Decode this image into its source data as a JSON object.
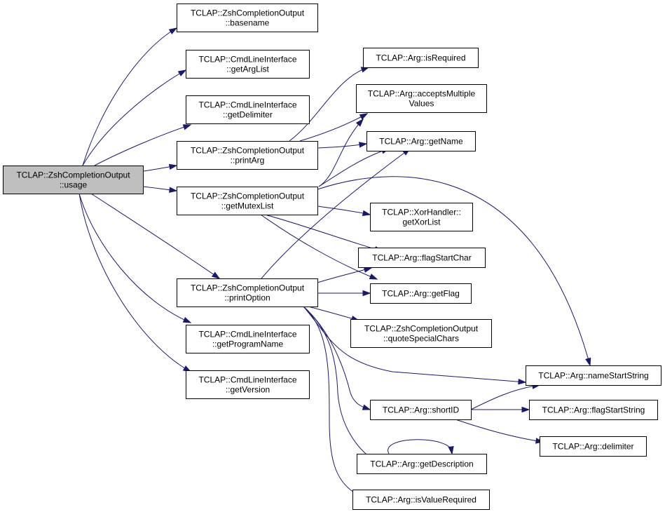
{
  "colors": {
    "edge": "#191970",
    "root_fill": "#bfbfbf",
    "node_fill": "#ffffff",
    "border": "#000000"
  },
  "nodes": {
    "usage": {
      "lines": [
        "TCLAP::ZshCompletionOutput",
        "::usage"
      ],
      "root": true
    },
    "basename": {
      "lines": [
        "TCLAP::ZshCompletionOutput",
        "::basename"
      ]
    },
    "getArgList": {
      "lines": [
        "TCLAP::CmdLineInterface",
        "::getArgList"
      ]
    },
    "getDelimiter": {
      "lines": [
        "TCLAP::CmdLineInterface",
        "::getDelimiter"
      ]
    },
    "printArg": {
      "lines": [
        "TCLAP::ZshCompletionOutput",
        "::printArg"
      ]
    },
    "getMutexList": {
      "lines": [
        "TCLAP::ZshCompletionOutput",
        "::getMutexList"
      ]
    },
    "printOption": {
      "lines": [
        "TCLAP::ZshCompletionOutput",
        "::printOption"
      ]
    },
    "getProgramName": {
      "lines": [
        "TCLAP::CmdLineInterface",
        "::getProgramName"
      ]
    },
    "getVersion": {
      "lines": [
        "TCLAP::CmdLineInterface",
        "::getVersion"
      ]
    },
    "isRequired": {
      "lines": [
        "TCLAP::Arg::isRequired"
      ]
    },
    "acceptsMultipleValues": {
      "lines": [
        "TCLAP::Arg::acceptsMultiple",
        "Values"
      ]
    },
    "getName": {
      "lines": [
        "TCLAP::Arg::getName"
      ]
    },
    "getXorList": {
      "lines": [
        "TCLAP::XorHandler::",
        "getXorList"
      ]
    },
    "flagStartChar": {
      "lines": [
        "TCLAP::Arg::flagStartChar"
      ]
    },
    "getFlag": {
      "lines": [
        "TCLAP::Arg::getFlag"
      ]
    },
    "quoteSpecialChars": {
      "lines": [
        "TCLAP::ZshCompletionOutput",
        "::quoteSpecialChars"
      ]
    },
    "nameStartString": {
      "lines": [
        "TCLAP::Arg::nameStartString"
      ]
    },
    "shortID": {
      "lines": [
        "TCLAP::Arg::shortID"
      ]
    },
    "flagStartString": {
      "lines": [
        "TCLAP::Arg::flagStartString"
      ]
    },
    "delimiter": {
      "lines": [
        "TCLAP::Arg::delimiter"
      ]
    },
    "getDescription": {
      "lines": [
        "TCLAP::Arg::getDescription"
      ]
    },
    "isValueRequired": {
      "lines": [
        "TCLAP::Arg::isValueRequired"
      ]
    }
  },
  "edges": [
    [
      "usage",
      "basename"
    ],
    [
      "usage",
      "getArgList"
    ],
    [
      "usage",
      "getDelimiter"
    ],
    [
      "usage",
      "printArg"
    ],
    [
      "usage",
      "getMutexList"
    ],
    [
      "usage",
      "printOption"
    ],
    [
      "usage",
      "getProgramName"
    ],
    [
      "usage",
      "getVersion"
    ],
    [
      "printArg",
      "isRequired"
    ],
    [
      "printArg",
      "acceptsMultipleValues"
    ],
    [
      "printArg",
      "getName"
    ],
    [
      "getMutexList",
      "acceptsMultipleValues"
    ],
    [
      "getMutexList",
      "getName"
    ],
    [
      "getMutexList",
      "getXorList"
    ],
    [
      "getMutexList",
      "flagStartChar"
    ],
    [
      "getMutexList",
      "getFlag"
    ],
    [
      "getMutexList",
      "nameStartString"
    ],
    [
      "printOption",
      "getName"
    ],
    [
      "printOption",
      "flagStartChar"
    ],
    [
      "printOption",
      "getFlag"
    ],
    [
      "printOption",
      "quoteSpecialChars"
    ],
    [
      "printOption",
      "nameStartString"
    ],
    [
      "printOption",
      "shortID"
    ],
    [
      "printOption",
      "getDescription"
    ],
    [
      "printOption",
      "isValueRequired"
    ],
    [
      "shortID",
      "nameStartString"
    ],
    [
      "shortID",
      "flagStartString"
    ],
    [
      "shortID",
      "delimiter"
    ],
    [
      "getDescription",
      "getDescription"
    ]
  ]
}
